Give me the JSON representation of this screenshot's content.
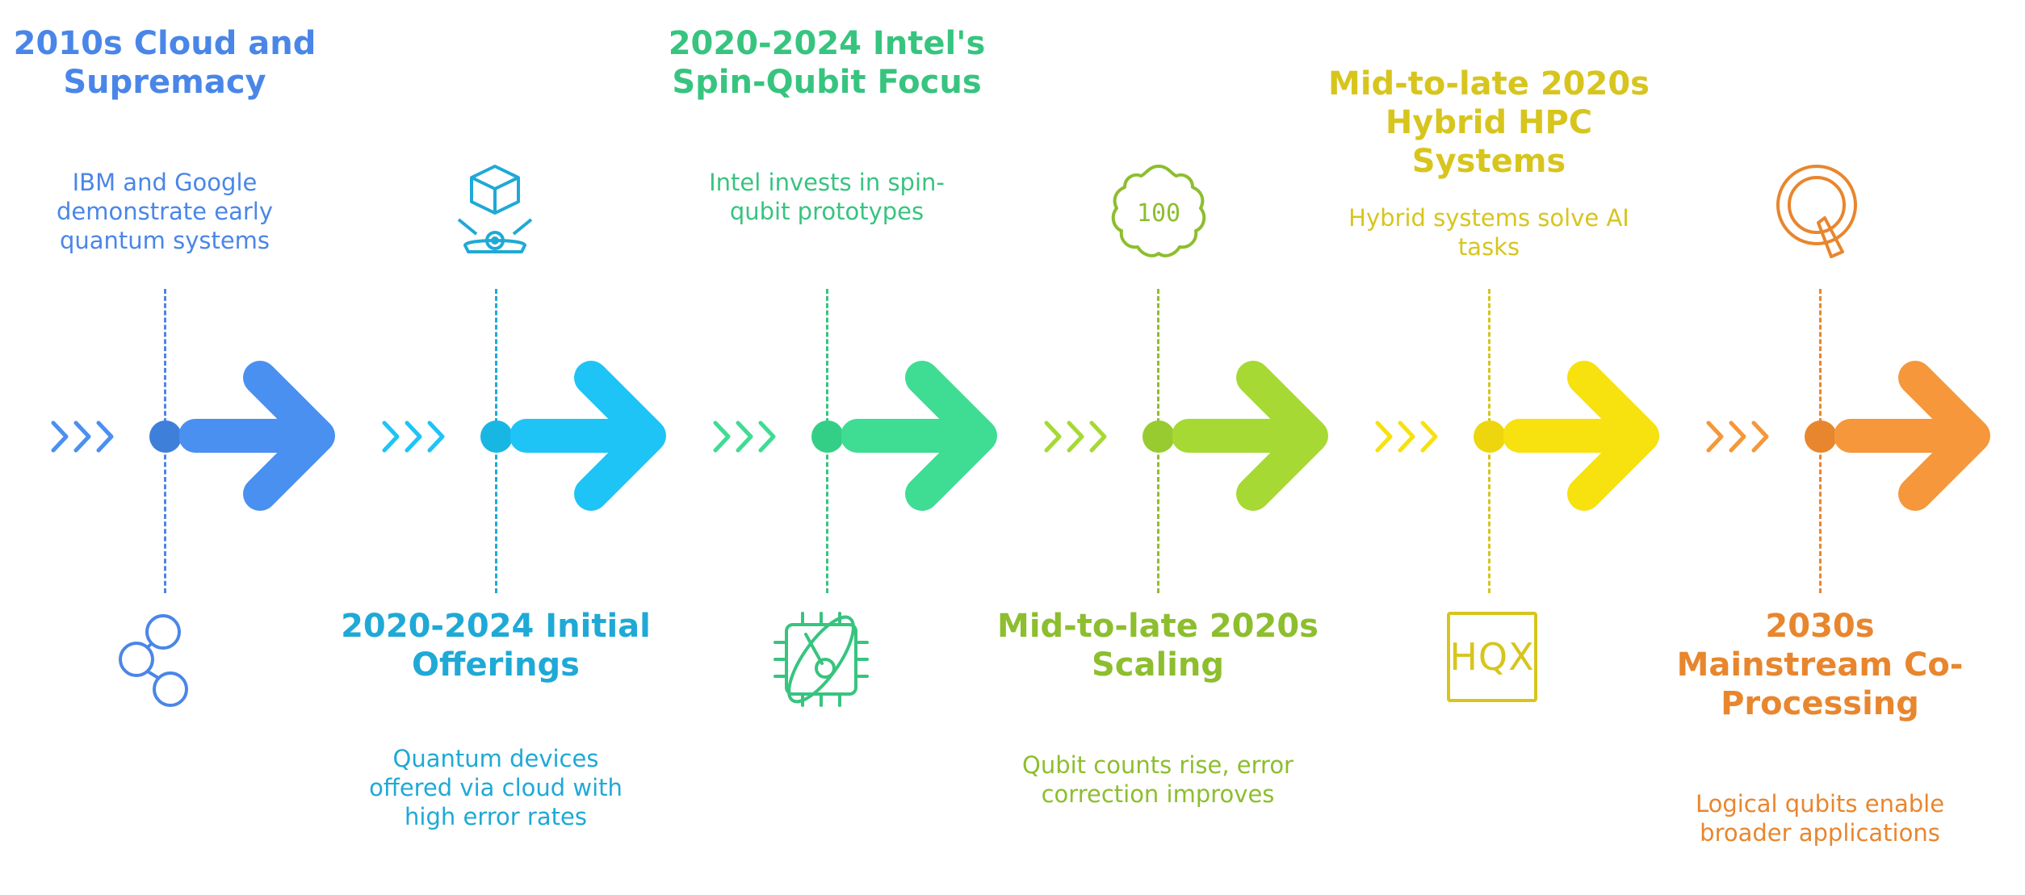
{
  "milestones": [
    {
      "title": "2010s Cloud and Supremacy",
      "description": "IBM and Google demonstrate early quantum systems",
      "position": "top",
      "icon": "molecule-link-icon",
      "color": "#4A86E8"
    },
    {
      "title": "2020-2024 Initial Offerings",
      "description": "Quantum devices offered via cloud with high error rates",
      "position": "bottom",
      "icon": "hologram-cube-icon",
      "color": "#1FA9D6"
    },
    {
      "title": "2020-2024 Intel's Spin-Qubit Focus",
      "description": "Intel invests in spin-qubit prototypes",
      "position": "top",
      "icon": "orbit-chip-icon",
      "color": "#37C47F"
    },
    {
      "title": "Mid-to-late 2020s Scaling",
      "description": "Qubit counts rise, error correction improves",
      "position": "bottom",
      "icon": "cloud-badge-icon",
      "icon_text": "100",
      "color": "#8DBE2E"
    },
    {
      "title": "Mid-to-late 2020s Hybrid HPC Systems",
      "description": "Hybrid systems solve AI tasks",
      "position": "top",
      "icon": "hqx-logo-icon",
      "icon_text": "HQX",
      "color": "#D7C51E"
    },
    {
      "title": "2030s Mainstream Co-Processing",
      "description": "Logical qubits enable broader applications",
      "position": "bottom",
      "icon": "q-circle-icon",
      "color": "#E8862E"
    }
  ],
  "colors": {
    "segment_1": "#4A90F0",
    "segment_2": "#1EC4F5",
    "segment_3": "#3FDC93",
    "segment_4": "#A6D933",
    "segment_5": "#F7E10E",
    "segment_6": "#F5973A"
  }
}
